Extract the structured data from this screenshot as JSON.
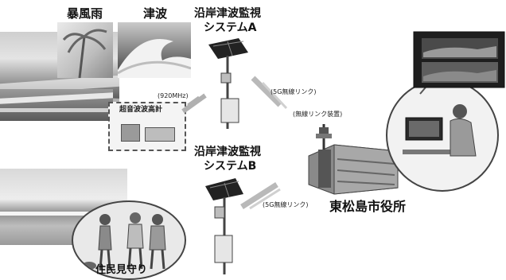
{
  "labels": {
    "storm": "暴風雨",
    "tsunami": "津波",
    "system_a": [
      "沿岸津波監視",
      "システムA"
    ],
    "system_b": [
      "沿岸津波監視",
      "システムB"
    ],
    "freq_920": "(920MHz)",
    "ultrasonic": "超音波波高計",
    "link_5g_top": "(5G無線リンク)",
    "wireless_device": "(無線リンク装置)",
    "link_5g_bottom": "(5G無線リンク)",
    "city_hall": "東松島市役所",
    "residents": "住民見守り"
  },
  "icons": [
    "solar-panel-icon",
    "sensor-pole-icon",
    "radio-wave-icon",
    "antenna-icon",
    "building-icon",
    "operator-icon",
    "monitor-icon",
    "walker-icon"
  ],
  "colors": {
    "ink": "#111111",
    "gray_dark": "#3a3a3a",
    "gray_mid": "#8a8a8a",
    "gray_light": "#d4d4d4",
    "sky": "#e6e6e6"
  }
}
